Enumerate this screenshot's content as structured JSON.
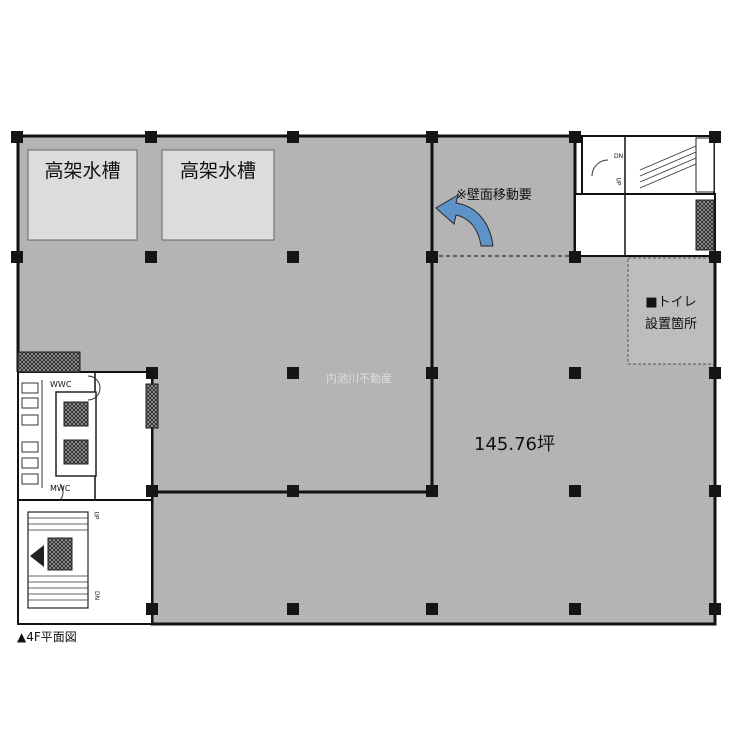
{
  "tanks": [
    {
      "label": "高架水槽"
    },
    {
      "label": "高架水槽"
    }
  ],
  "wall_note": "※壁面移動要",
  "toilet_note": {
    "line1": "■トイレ",
    "line2": "設置箇所"
  },
  "area": "145.76坪",
  "caption": "▲4F平面図",
  "restroom_labels": {
    "women": "WWC",
    "men": "MWC"
  },
  "stair_labels": {
    "up": "UP",
    "down": "DN"
  },
  "watermark": "内池川不動産",
  "colors": {
    "floor": "#b4b4b4",
    "tank": "#dcdcdc",
    "wall": "#111111",
    "column": "#151515",
    "core": "#ffffff",
    "toilet_zone": "#bdbdbd",
    "arrow": "#5d93c9"
  }
}
